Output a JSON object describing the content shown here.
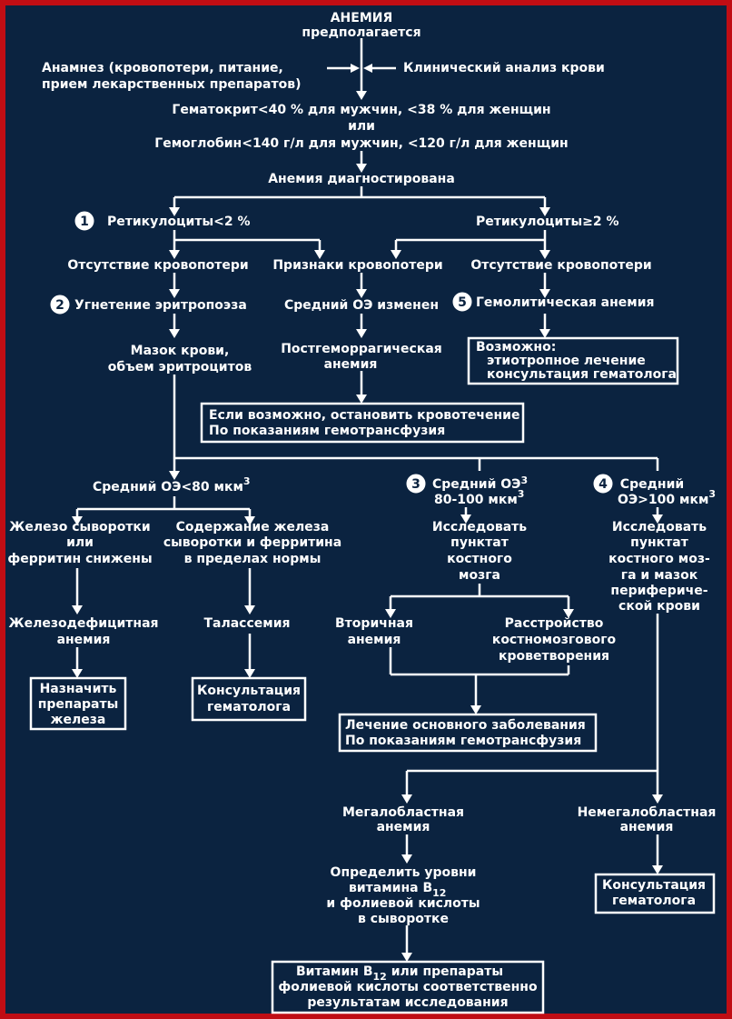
{
  "diagram": {
    "title": "АНЕМИЯ",
    "subtitle": "предполагается",
    "history": [
      "Анамнез (кровопотери, питание,",
      "прием лекарственных препаратов)"
    ],
    "cbc": "Клинический анализ крови",
    "hct": "Гематокрит<40 % для мужчин, <38 % для женщин",
    "or": "или",
    "hgb": "Гемоглобин<140 г/л для мужчин, <120 г/л для женщин",
    "diagnosed": "Анемия диагностирована",
    "retic_low": "Ретикулоциты<2 %",
    "retic_high": "Ретикулоциты≥2 %",
    "no_loss_left": "Отсутствие кровопотери",
    "signs_loss": "Признаки кровопотери",
    "no_loss_right": "Отсутствие кровопотери",
    "suppression": "Угнетение эритропоэза",
    "mcv_changed": "Средний ОЭ изменен",
    "hemolytic": "Гемолитическая анемия",
    "smear": [
      "Мазок крови,",
      "объем эритроцитов"
    ],
    "posthem": [
      "Постгеморрагическая",
      "анемия"
    ],
    "possible": [
      "Возможно:",
      "этиотропное лечение",
      "консультация гематолога"
    ],
    "stop_bleeding": [
      "Если возможно, остановить кровотечение",
      "По показаниям    гемотрансфузия"
    ],
    "mcv_low": "Средний ОЭ<80 мкм",
    "mcv_mid": [
      "Средний ОЭ",
      "80-100 мкм"
    ],
    "mcv_high": [
      "Средний",
      "ОЭ>100 мкм"
    ],
    "sup3": "3",
    "iron_low": [
      "Железо сыворотки",
      "или",
      "ферритин снижены"
    ],
    "iron_normal": [
      "Содержание железа",
      "сыворотки и ферритина",
      "в пределах нормы"
    ],
    "bm_mid": [
      "Исследовать",
      "пунктат",
      "костного",
      "мозга"
    ],
    "bm_high": [
      "Исследовать",
      "пунктат",
      "костного моз-",
      "га и мазок",
      "перифериче-",
      "ской крови"
    ],
    "ida": [
      "Железодефицитная",
      "анемия"
    ],
    "thal": "Талассемия",
    "secondary": [
      "Вторичная",
      "анемия"
    ],
    "bm_disorder": [
      "Расстройство",
      "костномозгового",
      "кроветворения"
    ],
    "iron_rx": [
      "Назначить",
      "препараты",
      "железа"
    ],
    "consult1": [
      "Консультация",
      "гематолога"
    ],
    "treat": [
      "Лечение основного заболевания",
      "По показаниям    гемотрансфузия"
    ],
    "megalo": [
      "Мегалобластная",
      "анемия"
    ],
    "nonmegalo": [
      "Немегалобластная",
      "анемия"
    ],
    "levels": [
      "Определить уровни",
      "витамина В",
      "и фолиевой кислоты",
      "в сыворотке"
    ],
    "b12_sub": "12",
    "consult2": [
      "Консультация",
      "гематолога"
    ],
    "final": [
      "Витамин В",
      " или препараты",
      "фолиевой кислоты соответственно",
      "результатам исследования"
    ],
    "num1": "1",
    "num2": "2",
    "num3": "3",
    "num4": "4",
    "num5": "5"
  },
  "colors": {
    "border": "#c00d14",
    "background": "#0b2340",
    "ink": "#ffffff"
  }
}
